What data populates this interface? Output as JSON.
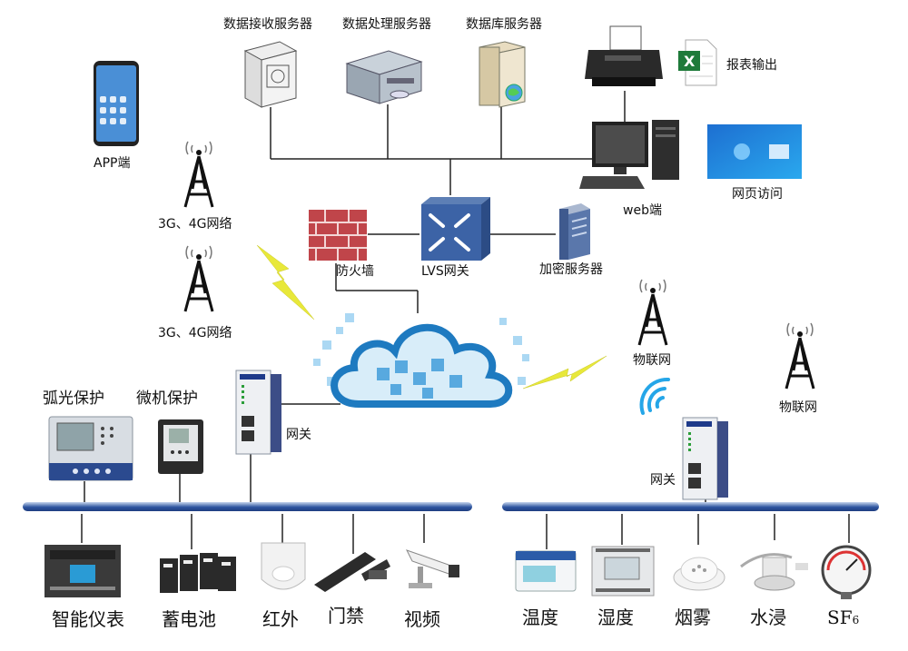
{
  "servers": {
    "receive": "数据接收服务器",
    "process": "数据处理服务器",
    "database": "数据库服务器"
  },
  "report": "报表输出",
  "app": "APP端",
  "web": "web端",
  "web_access": "网页访问",
  "network_3g4g": "3G、4G网络",
  "firewall": "防火墙",
  "lvs_gateway": "LVS网关",
  "encrypt_server": "加密服务器",
  "iot": "物联网",
  "gateway": "网关",
  "protection": {
    "arc": "弧光保护",
    "micro": "微机保护"
  },
  "left_devices": [
    "智能仪表",
    "蓄电池",
    "红外",
    "门禁",
    "视频"
  ],
  "right_devices": [
    "温度",
    "湿度",
    "烟雾",
    "水浸"
  ],
  "sf6": {
    "base": "SF",
    "sub": "6"
  },
  "colors": {
    "bus": "#2f56a0",
    "cloud": "#1e7ac0",
    "lightning": "#e8e83a"
  }
}
